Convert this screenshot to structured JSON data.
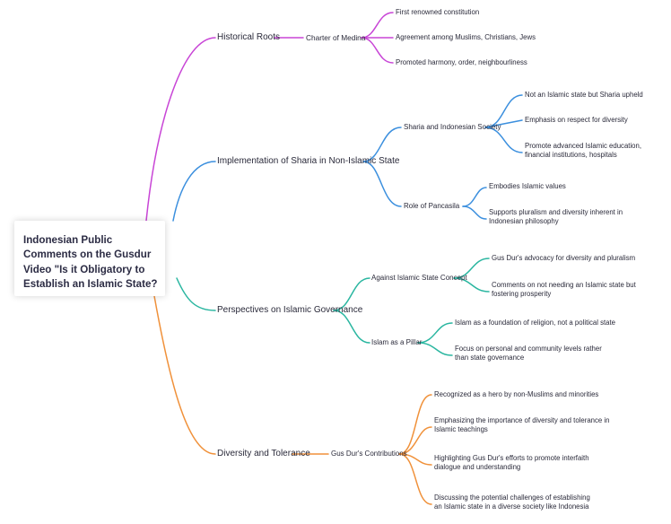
{
  "root": {
    "title": "Indonesian Public Comments on the Gusdur Video \"Is it Obligatory to Establish an Islamic State?"
  },
  "colors": {
    "historical": "#c845d6",
    "sharia": "#3b8fde",
    "governance": "#2ab6a0",
    "diversity": "#f0913a"
  },
  "branches": {
    "historical": {
      "label": "Historical Roots",
      "sub": {
        "label": "Charter of Medina",
        "items": [
          "First renowned constitution",
          "Agreement among Muslims, Christians, Jews",
          "Promoted harmony, order, neighbourliness"
        ]
      }
    },
    "sharia": {
      "label": "Implementation of Sharia in Non-Islamic State",
      "subs": [
        {
          "label": "Sharia and Indonesian Society",
          "items": [
            "Not an Islamic state but Sharia upheld",
            "Emphasis on respect for diversity",
            "Promote advanced Islamic education, financial institutions, hospitals"
          ]
        },
        {
          "label": "Role of Pancasila",
          "items": [
            "Embodies Islamic values",
            "Supports pluralism and diversity inherent in Indonesian philosophy"
          ]
        }
      ]
    },
    "governance": {
      "label": "Perspectives on Islamic Governance",
      "subs": [
        {
          "label": "Against Islamic State Concept",
          "items": [
            "Gus Dur's advocacy for diversity and pluralism",
            "Comments on not needing an Islamic state but fostering prosperity"
          ]
        },
        {
          "label": "Islam as a Pillar",
          "items": [
            "Islam as a foundation of religion, not a political state",
            "Focus on personal and community levels rather than state governance"
          ]
        }
      ]
    },
    "diversity": {
      "label": "Diversity and Tolerance",
      "sub": {
        "label": "Gus Dur's Contributions",
        "items": [
          "Recognized as a hero by non-Muslims and minorities",
          "Emphasizing the importance of diversity and tolerance in Islamic teachings",
          "Highlighting Gus Dur's efforts to promote interfaith dialogue and understanding",
          "Discussing the potential challenges of establishing an Islamic state in a diverse society like Indonesia"
        ]
      }
    }
  }
}
